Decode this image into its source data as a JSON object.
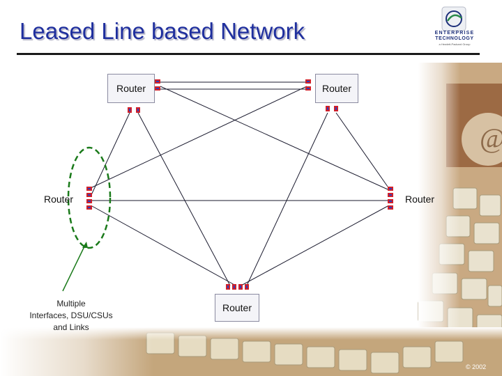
{
  "title": "Leased Line based Network",
  "logo": {
    "line1": "ENTERPRISE",
    "line2": "TECHNOLOGY",
    "line3": "a Hewlett-Packard Group",
    "icon": "globe-logo-icon"
  },
  "routers": {
    "top_left": "Router",
    "top_right": "Router",
    "mid_left": "Router",
    "mid_right": "Router",
    "bottom": "Router"
  },
  "annotation": {
    "line1": "Multiple",
    "line2": "Interfaces, DSU/CSUs",
    "line3": "and Links"
  },
  "copyright": "© 2002",
  "colors": {
    "title": "#1f2f9e",
    "link_line": "#1a1a2e",
    "dashed_ellipse": "#1a7a1a",
    "interface_red": "#d0202a",
    "interface_blue": "#2a3fbf"
  }
}
